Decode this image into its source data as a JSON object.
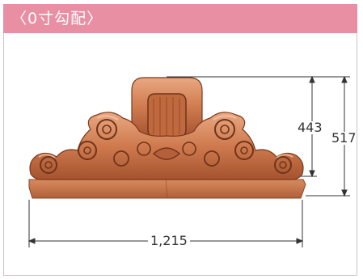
{
  "header": {
    "title": "〈0寸勾配〉"
  },
  "dimensions": {
    "height_inner": "443",
    "height_outer": "517",
    "width": "1,215"
  },
  "colors": {
    "header_bg": "#e88fa4",
    "copper_light": "#e6a079",
    "copper_mid": "#c87047",
    "copper_dark": "#7a3a1e"
  }
}
